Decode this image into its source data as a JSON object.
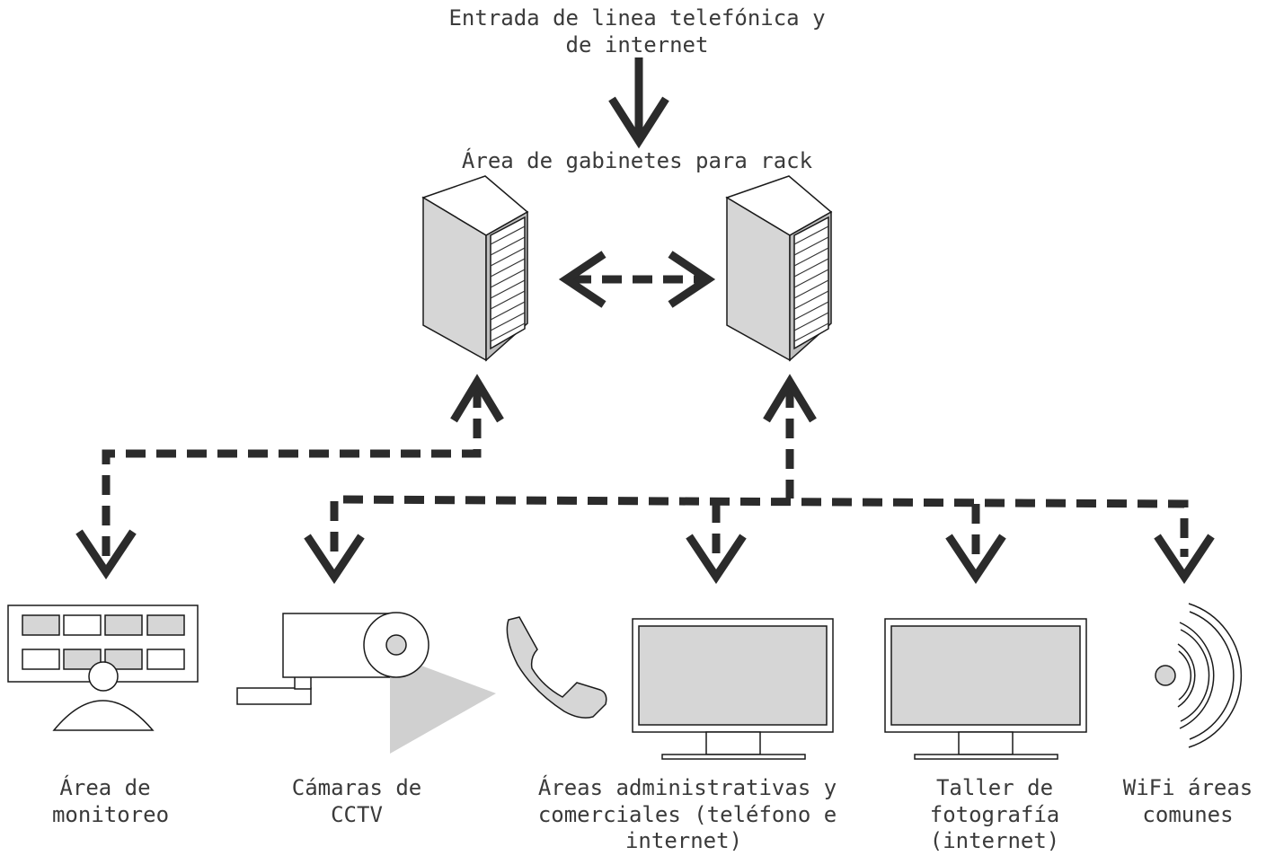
{
  "labels": {
    "input_line1": "Entrada de linea telefónica y",
    "input_line2": "de internet",
    "rack_area": "Área de gabinetes para rack",
    "monitoring_1": "Área de",
    "monitoring_2": "monitoreo",
    "cctv_1": "Cámaras de",
    "cctv_2": "CCTV",
    "admin_1": "Áreas administrativas y",
    "admin_2": "comerciales (teléfono e",
    "admin_3": "internet)",
    "photo_1": "Taller de",
    "photo_2": "fotografía",
    "photo_3": "(internet)",
    "wifi_1": "WiFi áreas",
    "wifi_2": "comunes"
  },
  "colors": {
    "stroke": "#2b2b2b",
    "fill_gray": "#d6d6d6",
    "beam_gray": "#d0d0d0"
  }
}
